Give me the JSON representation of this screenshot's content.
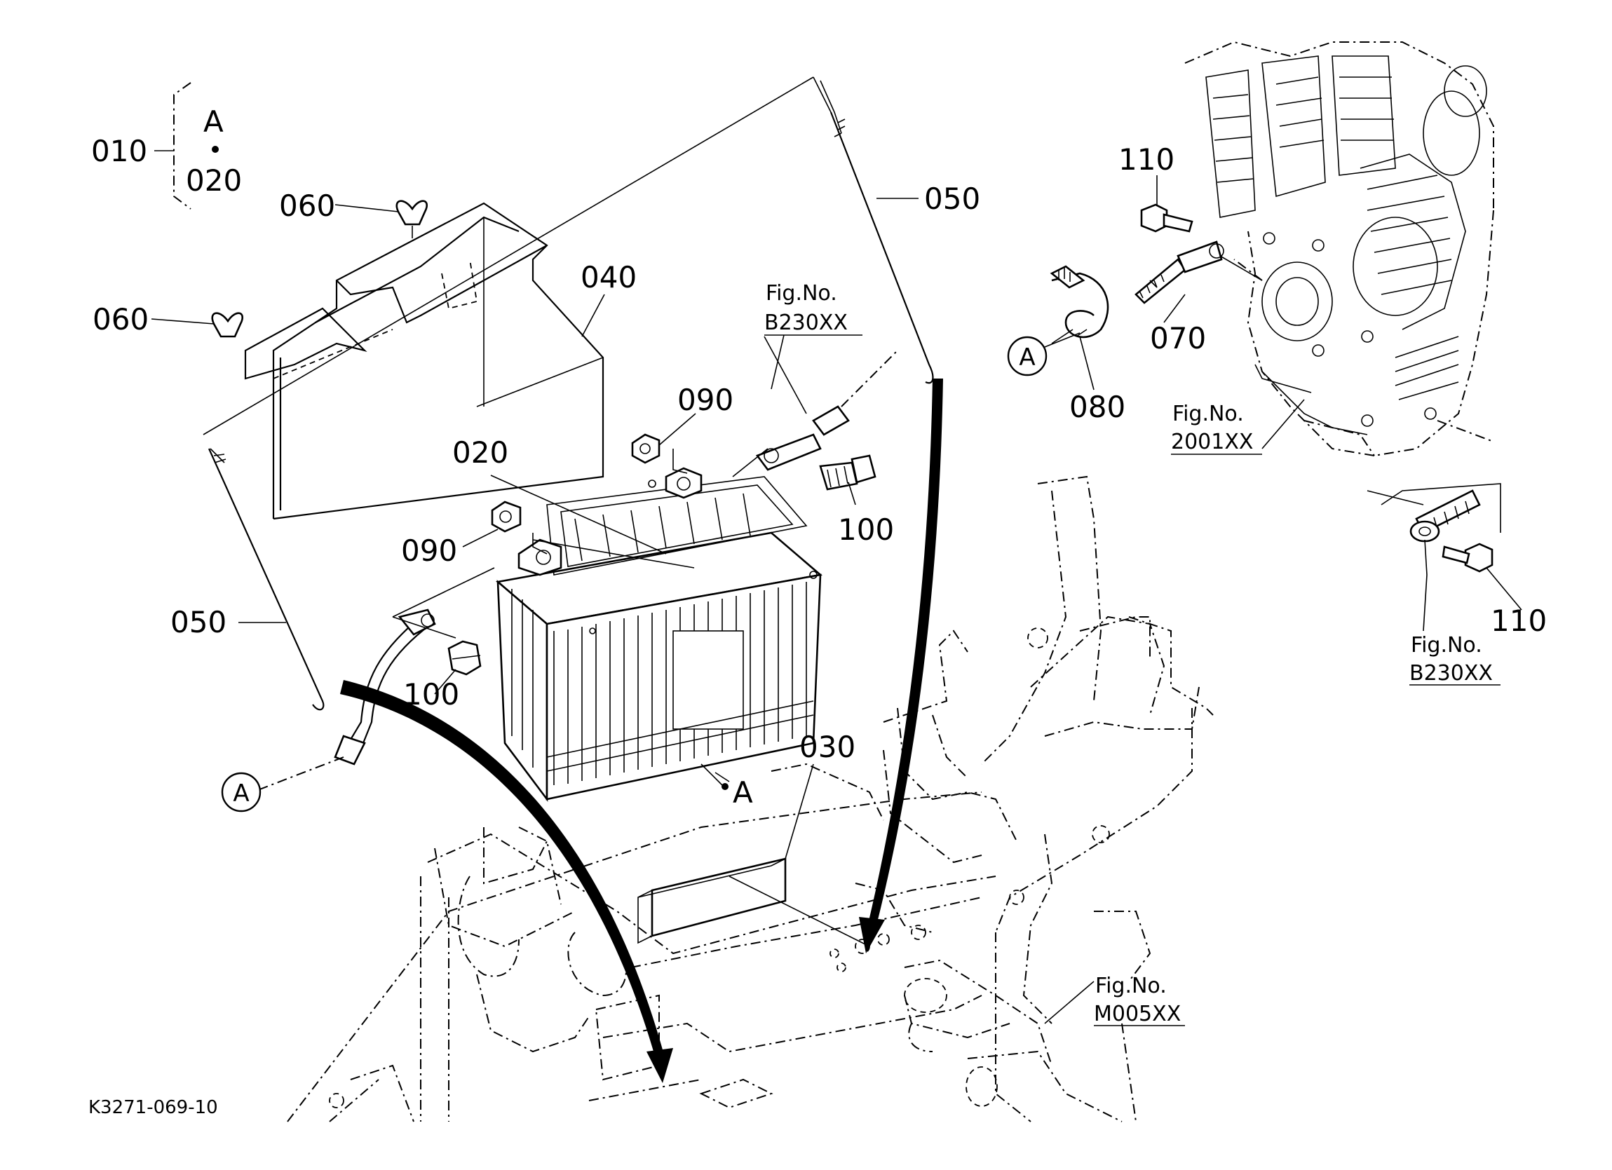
{
  "labels": {
    "p010": "010",
    "p020_group": "020",
    "group_A": "A",
    "p060_top": "060",
    "p060_mid": "060",
    "p040": "040",
    "p050_right": "050",
    "p050_left": "050",
    "p020": "020",
    "p090_top": "090",
    "p090_left": "090",
    "p100_right": "100",
    "p100_left": "100",
    "p030": "030",
    "battery_A": "A",
    "p110_top": "110",
    "p110_right": "110",
    "p070": "070",
    "p080": "080"
  },
  "circled_refs": {
    "left": "A",
    "right": "A"
  },
  "fig_refs": {
    "b230_top_line1": "Fig.No.",
    "b230_top_line2": "B230XX",
    "eng_line1": "Fig.No.",
    "eng_line2": "2001XX",
    "b230_right_line1": "Fig.No.",
    "b230_right_line2": "B230XX",
    "frame_line1": "Fig.No.",
    "frame_line2": "M005XX"
  },
  "drawing_code": "K3271-069-10"
}
